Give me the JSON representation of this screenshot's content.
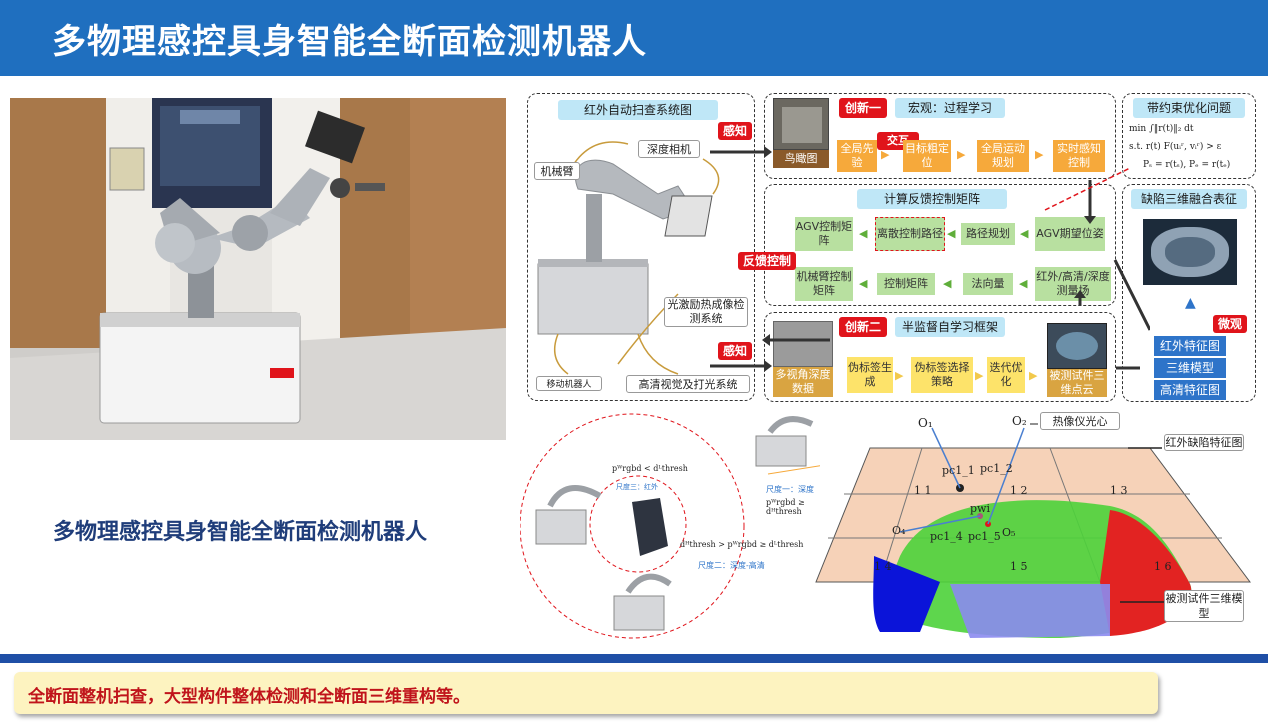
{
  "header": {
    "title": "多物理感控具身智能全断面检测机器人"
  },
  "subtitle": "多物理感控具身智能全断面检测机器人",
  "summary": "全断面整机扫查，大型构件整体检测和全断面三维重构等。",
  "system_panel": {
    "title": "红外自动扫查系统图",
    "labels": [
      "机械臂",
      "深度相机",
      "光激励热成像检测系统",
      "移动机器人",
      "高清视觉及打光系统"
    ]
  },
  "macro_panel": {
    "tag": "创新一",
    "title": "宏观：过程学习",
    "image_label": "鸟瞰图",
    "interact": "交互",
    "steps": [
      "全局先验",
      "目标粗定位",
      "全局运动规划",
      "实时感知控制"
    ]
  },
  "constraint_panel": {
    "title": "带约束优化问题",
    "lines": [
      "min ∫‖r(t)‖₂ dt",
      "s.t.   r(t) F(uᵢʳ, vᵢʳ) > ε",
      "Pₛ = r(tₛ), Pₑ = r(tₑ)"
    ]
  },
  "feedback_panel": {
    "title": "计算反馈控制矩阵",
    "row1": [
      "AGV控制矩阵",
      "离散控制路径",
      "路径规划",
      "AGV期望位姿"
    ],
    "row2": [
      "机械臂控制矩阵",
      "控制矩阵",
      "法向量",
      "红外/高清/深度测量场"
    ]
  },
  "semi_panel": {
    "tag": "创新二",
    "title": "半监督自学习框架",
    "steps": [
      "多视角深度数据",
      "伪标签生成",
      "伪标签选择策略",
      "迭代优化",
      "被测试件三维点云"
    ]
  },
  "fusion_panel": {
    "title": "缺陷三维融合表征",
    "tag": "微观",
    "buttons": [
      "红外特征图",
      "三维模型",
      "高清特征图"
    ]
  },
  "arrows": {
    "perceive": "感知",
    "feedback": "反馈控制"
  },
  "scale_diagram": {
    "scale1": "尺度一：深度",
    "scale2": "尺度二：深度-高清",
    "scale3": "尺度三：红外",
    "f1": "pᵂrgbd ≥ dᴴthresh",
    "f2": "dᴴthresh > pᵂrgbd ≥ dᴸthresh",
    "f3": "pᵂrgbd < dᴸthresh"
  },
  "fusion_diagram": {
    "label_center": "热像仪光心",
    "label_ir": "红外缺陷特征图",
    "label_model": "被测试件三维模型",
    "points": [
      "O₁",
      "O₂",
      "O₄",
      "O₅",
      "pc1_1",
      "pc1_2",
      "pc1_4",
      "pc1_5",
      "pwi"
    ],
    "cells": [
      "1 1",
      "1 2",
      "1 3",
      "1 4",
      "1 5",
      "1 6"
    ]
  },
  "colors": {
    "header": "#1f6fbf",
    "accent_red": "#e0141b",
    "summary_bg": "#fdf3c0"
  }
}
